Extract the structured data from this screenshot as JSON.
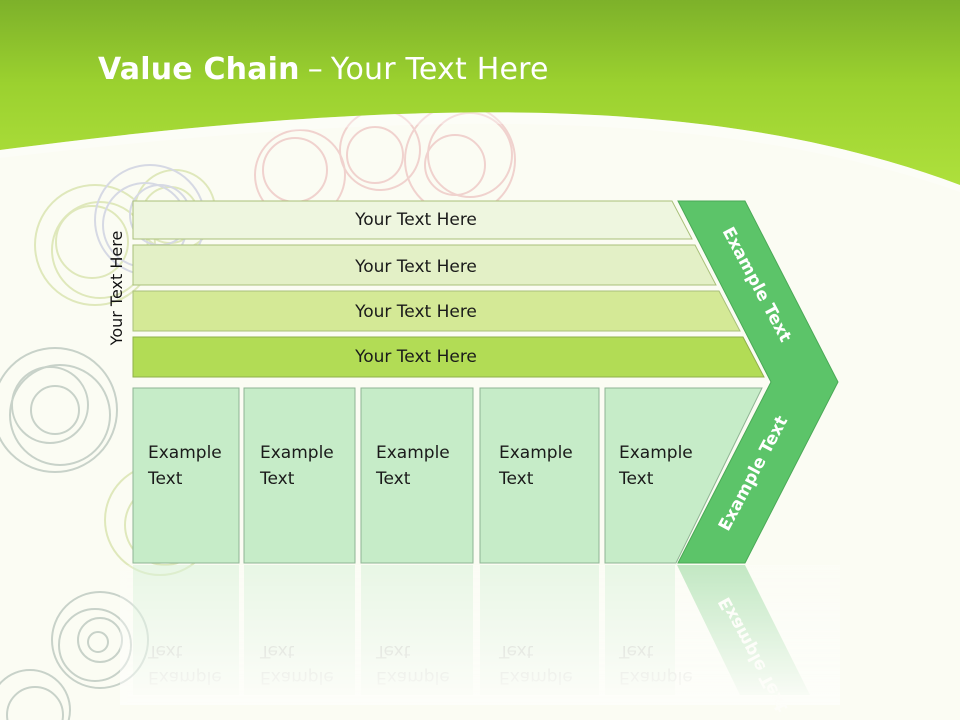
{
  "title": {
    "bold": "Value Chain",
    "dash": "–",
    "rest": "Your Text Here"
  },
  "side_label": "Your Text Here",
  "rows": [
    {
      "label": "Your Text Here",
      "color": "#eef6df"
    },
    {
      "label": "Your Text Here",
      "color": "#e3f0c6"
    },
    {
      "label": "Your Text Here",
      "color": "#d4e996"
    },
    {
      "label": "Your Text Here",
      "color": "#b2dc55"
    }
  ],
  "columns": [
    {
      "line1": "Example",
      "line2": "Text"
    },
    {
      "line1": "Example",
      "line2": "Text"
    },
    {
      "line1": "Example",
      "line2": "Text"
    },
    {
      "line1": "Example",
      "line2": "Text"
    },
    {
      "line1": "Example",
      "line2": "Text"
    }
  ],
  "arrow": {
    "upper_label": "Example Text",
    "lower_label": "Example Text",
    "color": "#5cc469"
  },
  "colors": {
    "header_green": "#9bd12f",
    "column_fill": "#c6ecc8",
    "column_border": "#8fb594"
  }
}
